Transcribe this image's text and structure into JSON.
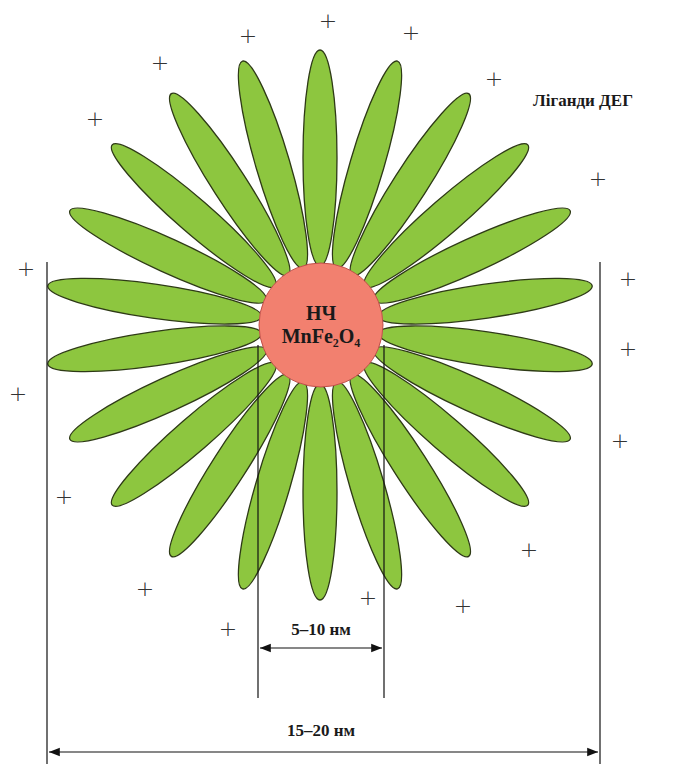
{
  "diagram": {
    "nodes": [
      {
        "text": [
          "НЧ MnFe₂O₄"
        ]
      }
    ],
    "labels": [
      "Ліганди ДЕГ",
      "5–10 нм",
      "15–20 нм",
      "+",
      "+",
      "+",
      "+",
      "+",
      "+",
      "+",
      "+",
      "+",
      "+",
      "+",
      "+",
      "+",
      "+",
      "+",
      "+",
      "+",
      "+"
    ]
  }
}
